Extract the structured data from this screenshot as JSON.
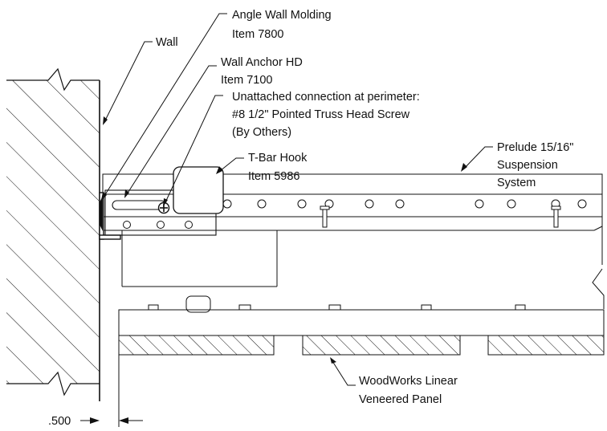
{
  "labels": {
    "angle_molding": [
      "Angle Wall Molding",
      "Item 7800"
    ],
    "wall": [
      "Wall"
    ],
    "wall_anchor": [
      "Wall Anchor HD",
      "Item 7100"
    ],
    "unattached": [
      "Unattached connection at perimeter:",
      "#8 1/2\" Pointed Truss Head Screw",
      "(By Others)"
    ],
    "tbar_hook": [
      "T-Bar Hook",
      "Item 5986"
    ],
    "prelude": [
      "Prelude 15/16\"",
      "Suspension",
      "System"
    ],
    "woodworks": [
      "WoodWorks Linear",
      "Veneered Panel"
    ]
  },
  "dimension": {
    "value": ".500"
  },
  "colors": {
    "ink": "#111111",
    "background": "#ffffff"
  }
}
